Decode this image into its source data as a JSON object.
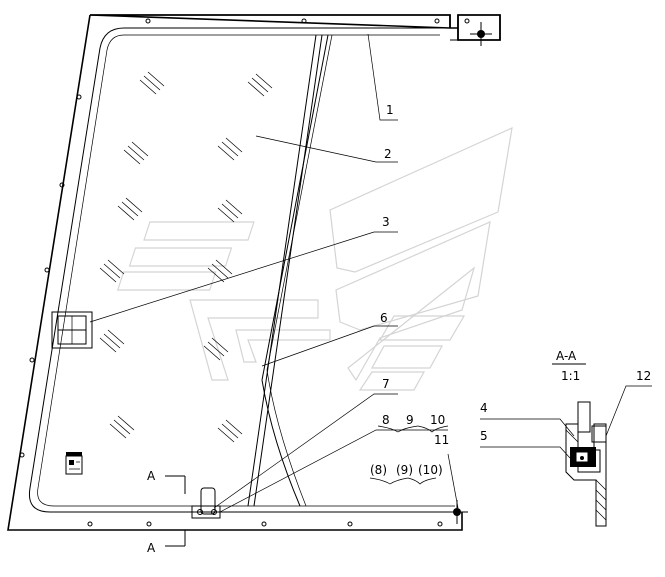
{
  "callouts": {
    "c1": "1",
    "c2": "2",
    "c3": "3",
    "c4": "4",
    "c5": "5",
    "c6": "6",
    "c7": "7",
    "c8": "8",
    "c9": "9",
    "c10": "10",
    "c11": "11",
    "c12": "12",
    "c8p": "(8)",
    "c9p": "(9)",
    "c10p": "(10)"
  },
  "section": {
    "title": "A-A",
    "scale": "1:1",
    "marker_top": "A",
    "marker_bottom": "A"
  }
}
